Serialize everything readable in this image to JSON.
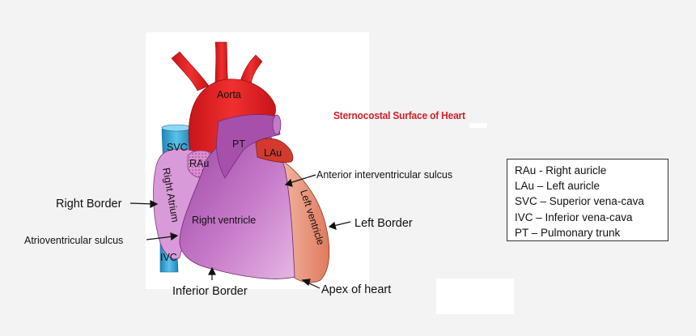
{
  "title": "Sternocostal Surface of Heart",
  "structures": {
    "aorta": "Aorta",
    "pt": "PT",
    "svc": "SVC",
    "rau": "RAu",
    "lau": "LAu",
    "ivc": "IVC",
    "right_atrium": "Right Atrium",
    "right_ventricle": "Right ventricle",
    "left_ventricle": "Left ventricle"
  },
  "callouts": {
    "right_border": "Right Border",
    "atrioventricular_sulcus": "Atrioventricular sulcus",
    "inferior_border": "Inferior Border",
    "apex": "Apex of heart",
    "anterior_sulcus": "Anterior interventricular sulcus",
    "left_border": "Left Border"
  },
  "legend": [
    "RAu - Right auricle",
    "LAu – Left auricle",
    "SVC – Superior vena-cava",
    "IVC – Inferior vena-cava",
    "PT – Pulmonary trunk"
  ],
  "colors": {
    "aorta": "#e8262b",
    "svc": "#3aa6d6",
    "right_atrium": "#d69ad6",
    "right_ventricle": "#b35fb5",
    "left_ventricle": "#e8907a",
    "title": "#d0202a"
  }
}
